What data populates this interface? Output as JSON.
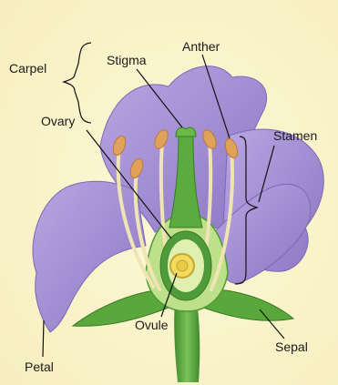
{
  "labels": {
    "carpel": "Carpel",
    "stigma": "Stigma",
    "anther": "Anther",
    "ovary": "Ovary",
    "stamen": "Stamen",
    "ovule": "Ovule",
    "petal": "Petal",
    "sepal": "Sepal"
  },
  "colors": {
    "background": "#fbf6cf",
    "petal": "#a993d6",
    "petal_shadow": "#8a74c0",
    "stem": "#4f9a3a",
    "stem_light": "#8cc86a",
    "anther": "#e0a25a",
    "filament": "#efe5b4"
  }
}
